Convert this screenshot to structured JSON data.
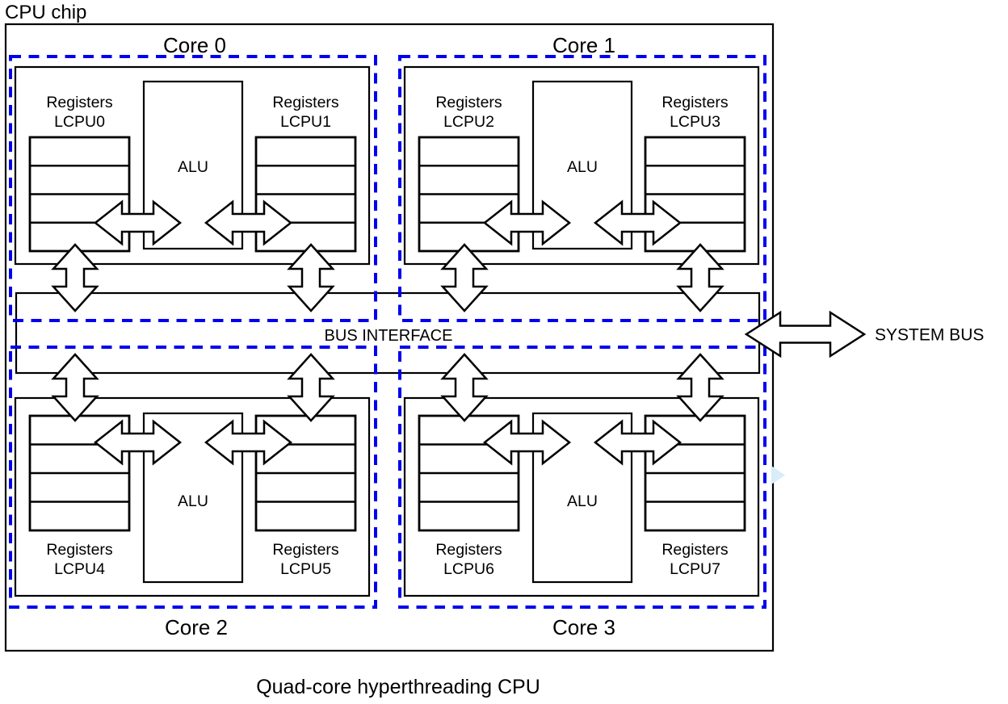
{
  "diagram_title": "CPU chip",
  "caption": "Quad-core hyperthreading CPU",
  "bus": {
    "interface_label": "BUS INTERFACE",
    "system_bus_label": "SYSTEM BUS"
  },
  "cores": [
    {
      "label": "Core 0",
      "alu_label": "ALU",
      "left_register_lines": [
        "Registers",
        "LCPU0"
      ],
      "right_register_lines": [
        "Registers",
        "LCPU1"
      ]
    },
    {
      "label": "Core 1",
      "alu_label": "ALU",
      "left_register_lines": [
        "Registers",
        "LCPU2"
      ],
      "right_register_lines": [
        "Registers",
        "LCPU3"
      ]
    },
    {
      "label": "Core 2",
      "alu_label": "ALU",
      "left_register_lines": [
        "Registers",
        "LCPU4"
      ],
      "right_register_lines": [
        "Registers",
        "LCPU5"
      ]
    },
    {
      "label": "Core 3",
      "alu_label": "ALU",
      "left_register_lines": [
        "Registers",
        "LCPU6"
      ],
      "right_register_lines": [
        "Registers",
        "LCPU7"
      ]
    }
  ],
  "colors": {
    "core_boundary": "#0000ee",
    "line": "#000000",
    "background": "#ffffff",
    "scroll_hint": "#d8ecf9"
  }
}
